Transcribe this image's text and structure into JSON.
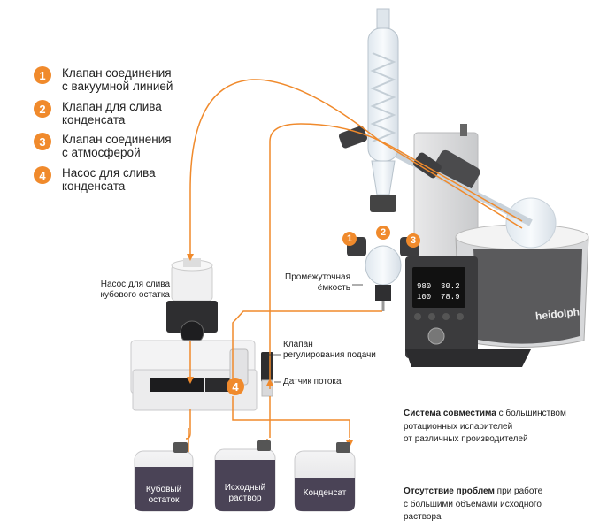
{
  "legend": [
    {
      "num": "1",
      "line1": "Клапан соединения",
      "line2": "с вакуумной линией"
    },
    {
      "num": "2",
      "line1": "Клапан для слива",
      "line2": "конденсата"
    },
    {
      "num": "3",
      "line1": "Клапан соединения",
      "line2": "с атмосферой"
    },
    {
      "num": "4",
      "line1": "Насос для слива",
      "line2": "конденсата"
    }
  ],
  "labels": {
    "pump_bottom_line1": "Насос для слива",
    "pump_bottom_line2": "кубового остатка",
    "intermediate_line1": "Промежуточная",
    "intermediate_line2": "ёмкость",
    "feed_valve_line1": "Клапан",
    "feed_valve_line2": "регулирования подачи",
    "flow_sensor": "Датчик потока"
  },
  "containers": {
    "bottoms_line1": "Кубовый",
    "bottoms_line2": "остаток",
    "feed_line1": "Исходный",
    "feed_line2": "раствор",
    "condensate": "Конденсат"
  },
  "display": {
    "v1": "980",
    "v2": "30.2",
    "v3": "100",
    "v4": "78.9"
  },
  "brand": "heidolph",
  "notes": {
    "compat_bold": "Система совместима",
    "compat_rest1": " с большинством",
    "compat_line2": "ротационных испарителей",
    "compat_line3": "от различных производителей",
    "noprob_bold": "Отсутствие проблем",
    "noprob_rest1": " при работе",
    "noprob_line2": "с большими объёмами исходного",
    "noprob_line3": "раствора"
  },
  "colors": {
    "accent": "#f08a2c",
    "container_dark": "#4a4356"
  }
}
